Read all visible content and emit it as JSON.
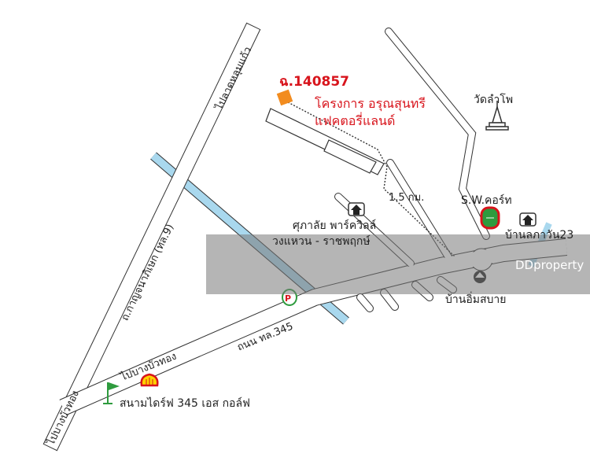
{
  "project": {
    "code": "ฉ.140857",
    "name_line1": "โครงการ อรุณสุนทรี",
    "name_line2": "แฟคตอรี่แลนด์",
    "marker_color": "#f28c1f",
    "text_color": "#d8141c"
  },
  "distance_label": "1.5 กม.",
  "places": {
    "temple": "วัดลำโพ",
    "sport_club": "S.W.คอร์ท",
    "village_lapawan": "บ้านลภาวัน23",
    "village_imsabai": "บ้านอิ่มสบาย",
    "supalai_line1": "ศุภาลัย พาร์ควิลล์",
    "supalai_line2": "วงแหวน - ราชพฤกษ์",
    "golf": "สนามไดร์ฟ 345 เอส กอล์ฟ"
  },
  "roads": {
    "to_latlumkaew": "ไปลาดหลุมแก้ว",
    "kanchanaphisek": "ถ.กาญจนาภิเษก (ทล.9)",
    "to_bangbuathong_vertical": "ไปบางบัวทอง",
    "to_bangbuathong_main": "ไปบางบัวทอง",
    "road_345": "ถนน ทล.345"
  },
  "icons": {
    "temple": "temple-icon",
    "home": "home-icon",
    "stadium": "stadium-icon",
    "village": "village-icon",
    "golf": "golf-flag-icon",
    "shell": "shell-fuel-icon",
    "pt": "pt-fuel-icon"
  },
  "watermark": "DDproperty",
  "colors": {
    "road_outline": "#333333",
    "canal": "#a9d8ee",
    "watermark_band": "#787878"
  }
}
